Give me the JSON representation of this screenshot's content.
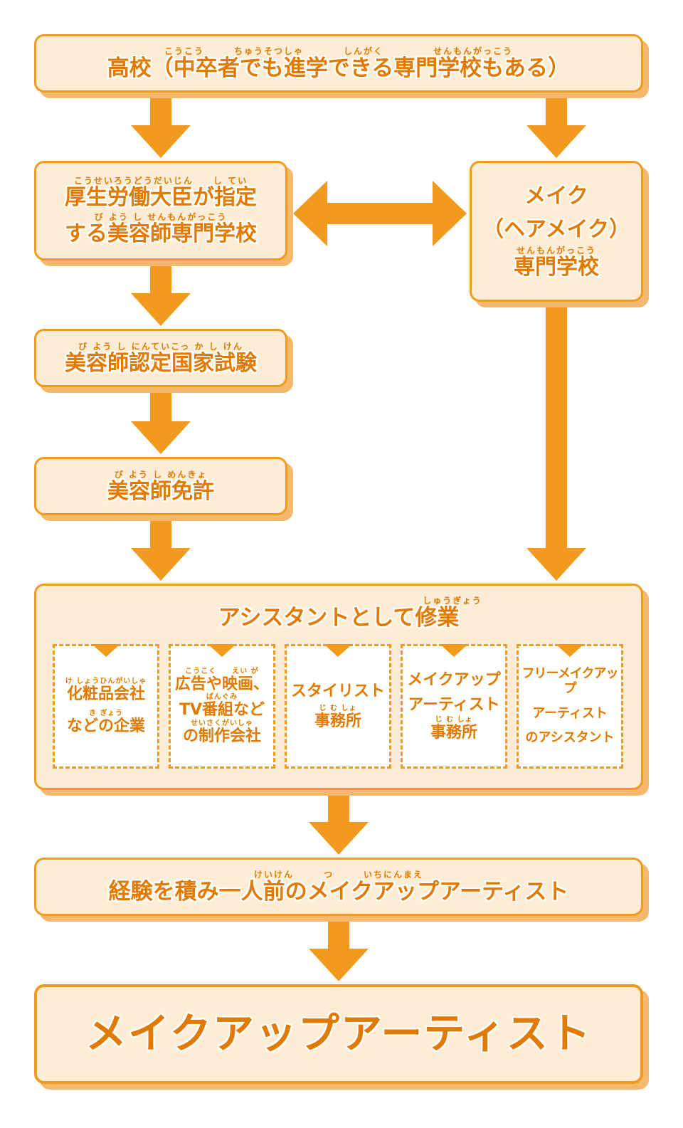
{
  "nodes": {
    "high_school": {
      "ruby": "こうこう　　　ちゅうそつしゃ　　　　しんがく　　　　　せんもんがっこう",
      "text": "高校（中卒者でも進学できる専門学校もある）"
    },
    "beauty_school": {
      "ruby1": "こうせいろうどうだいじん　　し てい",
      "line1": "厚生労働大臣が指定",
      "ruby2": "び よう し せんもんがっこう",
      "line2": "する美容師専門学校"
    },
    "makeup_school": {
      "line1": "メイク",
      "line2": "（ヘアメイク）",
      "ruby3": "せんもんがっこう",
      "line3": "専門学校"
    },
    "exam": {
      "ruby": "び よう し にんていこっ か し けん",
      "text": "美容師認定国家試験"
    },
    "license": {
      "ruby": "び よう し めんきょ",
      "text": "美容師免許"
    },
    "assistant": {
      "ruby": "しゅうぎょう",
      "title": "アシスタントとして修業",
      "options": [
        {
          "r1": "け しょうひんがいしゃ",
          "l1": "化粧品会社",
          "r2": "き ぎょう",
          "l2": "などの企業"
        },
        {
          "r1": "こうこく　　えい が",
          "l1": "広告や映画、",
          "r2": "ばんぐみ",
          "l2": "TV番組など",
          "r3": "せいさくがいしゃ",
          "l3": "の制作会社"
        },
        {
          "l1": "スタイリスト",
          "r2": "じ む しょ",
          "l2": "事務所"
        },
        {
          "l1": "メイクアップ",
          "l2": "アーティスト",
          "r3": "じ む しょ",
          "l3": "事務所"
        },
        {
          "l1": "フリーメイクアップ",
          "l2": "アーティスト",
          "l3": "のアシスタント"
        }
      ]
    },
    "experience": {
      "ruby": "けいけん　　　つ　　　いちにんまえ",
      "text": "経験を積み一人前のメイクアップアーティスト"
    },
    "goal": {
      "text": "メイクアップアーティスト"
    }
  },
  "colors": {
    "accent": "#f29a1e",
    "fill": "#fdecd6",
    "shadow": "#f4b86e",
    "text": "#e07a00"
  }
}
